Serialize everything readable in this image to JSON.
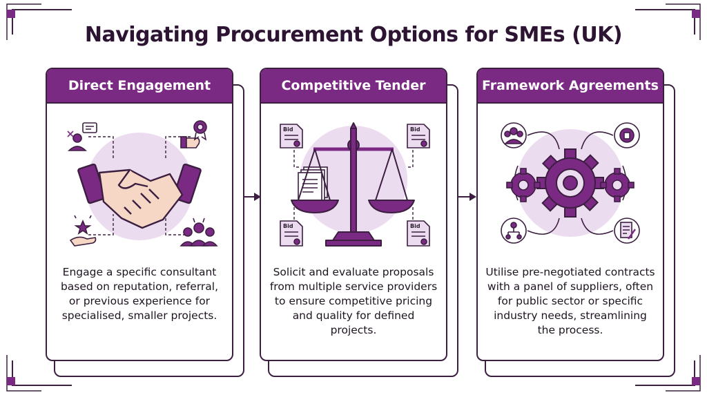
{
  "title": "Navigating Procurement Options for SMEs (UK)",
  "colors": {
    "accent": "#7b2a84",
    "accent_light": "#ecdcef",
    "outline": "#3b1e40",
    "skin": "#f6d6c4"
  },
  "cards": [
    {
      "heading": "Direct Engagement",
      "description": "Engage a specific consultant based on reputation, referral, or previous experience for specialised, smaller projects.",
      "icons": [
        "handshake-icon",
        "person-message-icon",
        "thumbs-up-award-icon",
        "star-hand-icon",
        "group-icon"
      ]
    },
    {
      "heading": "Competitive Tender",
      "bid_label": "Bid",
      "description": "Solicit and evaluate proposals from multiple service providers to ensure competitive pricing and quality for defined projects.",
      "icons": [
        "balance-scale-icon",
        "bid-document-icon",
        "documents-stack-icon"
      ]
    },
    {
      "heading": "Framework Agreements",
      "description": "Utilise pre-negotiated contracts with a panel of suppliers, often for public sector or specific industry needs, streamlining the process.",
      "icons": [
        "central-gear-icon",
        "team-icon",
        "gear-doc-icon",
        "org-chart-icon",
        "contract-icon"
      ]
    }
  ]
}
